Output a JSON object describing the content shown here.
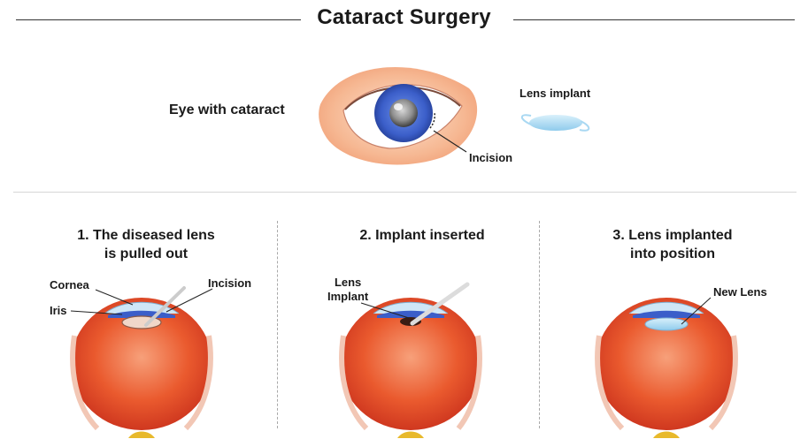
{
  "header": {
    "title": "Cataract Surgery"
  },
  "overview": {
    "eye_label": "Eye with cataract",
    "implant_label": "Lens implant",
    "incision_label": "Incision"
  },
  "steps": [
    {
      "title_line1": "1. The diseased lens",
      "title_line2": "is pulled out",
      "labels": {
        "cornea": "Cornea",
        "iris": "Iris",
        "incision": "Incision"
      }
    },
    {
      "title_line1": "2. Implant inserted",
      "labels": {
        "lens_implant_line1": "Lens",
        "lens_implant_line2": "Implant"
      }
    },
    {
      "title_line1": "3. Lens implanted",
      "title_line2": "into position",
      "labels": {
        "new_lens": "New Lens"
      }
    }
  ],
  "colors": {
    "iris_blue": "#3a5fc8",
    "eyeball_red": "#e8452a",
    "skin": "#f4b28e",
    "implant": "#a9d8f2"
  }
}
